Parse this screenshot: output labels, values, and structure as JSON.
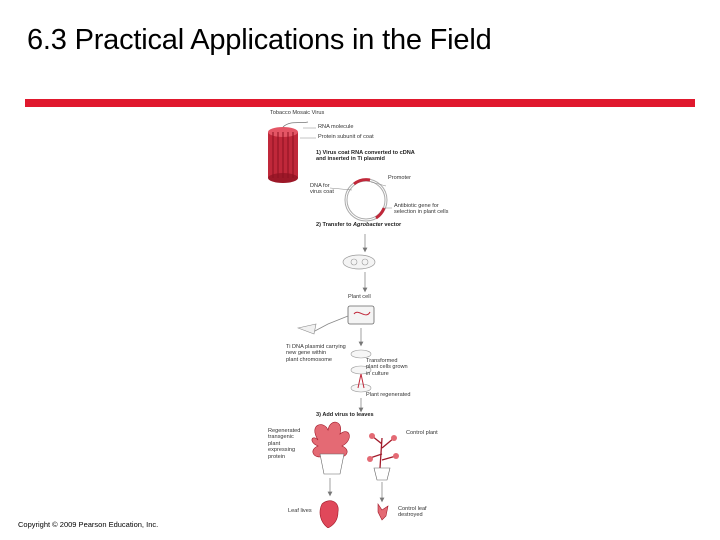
{
  "slide": {
    "title": "6.3 Practical Applications in the Field",
    "copyright": "Copyright © 2009 Pearson Education, Inc.",
    "accent_color": "#e0182d"
  },
  "figure": {
    "virus_title": "Tobacco Mosaic Virus",
    "rna_molecule": "RNA molecule",
    "protein_subunit": "Protein subunit of coat",
    "step1": "1) Virus coat RNA converted to cDNA\nand inserted in Ti plasmid",
    "promoter": "Promoter",
    "dna_virus_coat": "DNA for\nvirus coat",
    "antibiotic_gene": "Antibiotic gene for\nselection in plant cells",
    "step2_prefix": "2) Transfer to ",
    "step2_italic": "Agrobacter",
    "step2_suffix": " vector",
    "plant_cell": "Plant cell",
    "ti_dna": "Ti DNA plasmid carrying\nnew gene within\nplant chromosome",
    "transformed": "Transformed\nplant cells grown\nin culture",
    "plant_regenerated": "Plant regenerated",
    "step3": "3) Add virus to leaves",
    "regenerated": "Regenerated\ntransgenic\nplant\nexpressing\nprotein",
    "control_plant": "Control plant",
    "leaf_lives": "Leaf lives",
    "control_leaf": "Control leaf\ndestroyed"
  }
}
